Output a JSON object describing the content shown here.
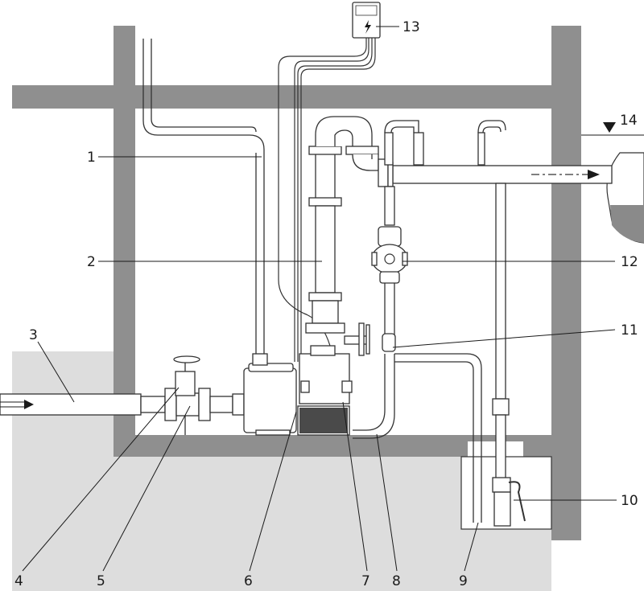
{
  "labels": {
    "l1": "1",
    "l2": "2",
    "l3": "3",
    "l4": "4",
    "l5": "5",
    "l6": "6",
    "l7": "7",
    "l8": "8",
    "l9": "9",
    "l10": "10",
    "l11": "11",
    "l12": "12",
    "l13": "13",
    "l14": "14"
  },
  "icons": {
    "control_box": "lightning-bolt-icon",
    "water_level": "triangle-down-icon",
    "flow": "arrow-right-icon"
  },
  "colors": {
    "wall": "#8f8f8f",
    "ground": "#dddddd",
    "water": "#8a8a8a",
    "line": "#1a1a1a"
  }
}
